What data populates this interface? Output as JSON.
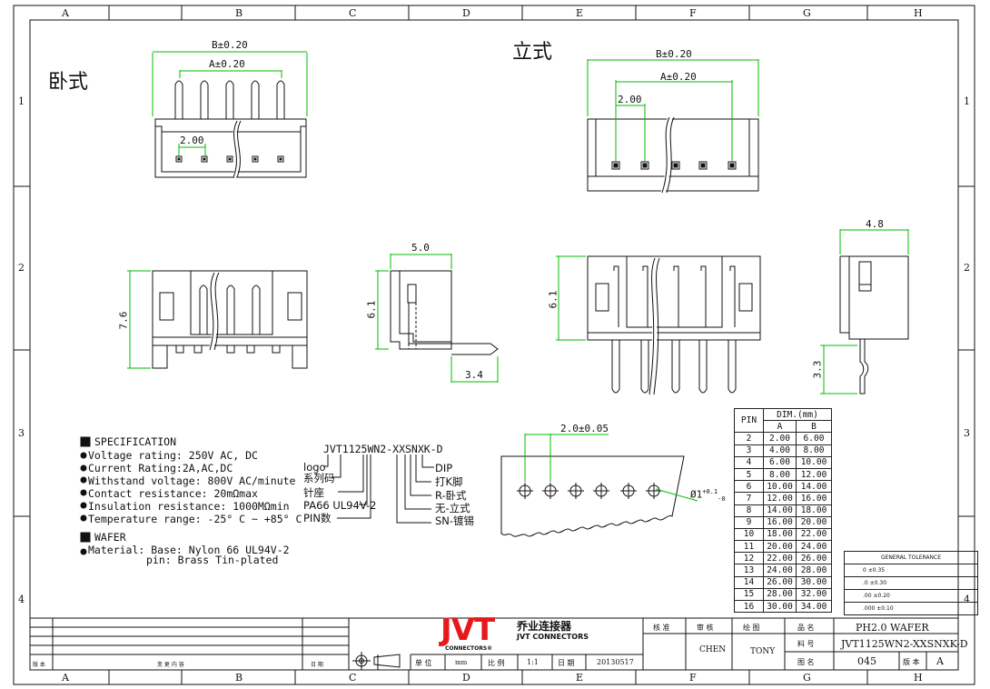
{
  "zones": {
    "columns": [
      "A",
      "B",
      "C",
      "D",
      "E",
      "F",
      "G",
      "H"
    ],
    "rows": [
      "1",
      "2",
      "3",
      "4"
    ]
  },
  "views": {
    "horizontal_title": "卧式",
    "vertical_title": "立式",
    "dim_b": "B±0.20",
    "dim_a": "A±0.20",
    "pitch": "2.00",
    "side_width": "5.0",
    "side_height": "6.1",
    "side_tail": "3.4",
    "front_height": "7.6",
    "front2_height": "6.1",
    "end_width": "4.8",
    "end_tail": "3.3",
    "pcb_pitch": "2.0±0.05"
  },
  "spec": {
    "title": "SPECIFICATION",
    "items": [
      "Voltage rating: 250V AC, DC",
      "Current Rating:2A,AC,DC",
      "Withstand voltage: 800V AC/minute",
      "Contact resistance: 20mΩmax",
      "Insulation resistance: 1000MΩmin",
      "Temperature range: -25° C ~ +85° C"
    ]
  },
  "wafer": {
    "title": "WAFER",
    "line1": "Material: Base: Nylon 66 UL94V-2",
    "line2": "pin: Brass Tin-plated"
  },
  "part_code": {
    "code": "JVT1125WN2-XXSNXK-D",
    "left": [
      "logo",
      "系列码",
      "针座",
      "PA66 UL94V-2",
      "PIN数"
    ],
    "right": [
      "DIP",
      "打K脚",
      "R-卧式",
      "无-立式",
      "SN-镀锡"
    ]
  },
  "pin_table": {
    "header_pin": "PIN",
    "header_dim": "DIM.(mm)",
    "header_a": "A",
    "header_b": "B",
    "rows": [
      [
        "2",
        "2.00",
        "6.00"
      ],
      [
        "3",
        "4.00",
        "8.00"
      ],
      [
        "4",
        "6.00",
        "10.00"
      ],
      [
        "5",
        "8.00",
        "12.00"
      ],
      [
        "6",
        "10.00",
        "14.00"
      ],
      [
        "7",
        "12.00",
        "16.00"
      ],
      [
        "8",
        "14.00",
        "18.00"
      ],
      [
        "9",
        "16.00",
        "20.00"
      ],
      [
        "10",
        "18.00",
        "22.00"
      ],
      [
        "11",
        "20.00",
        "24.00"
      ],
      [
        "12",
        "22.00",
        "26.00"
      ],
      [
        "13",
        "24.00",
        "28.00"
      ],
      [
        "14",
        "26.00",
        "30.00"
      ],
      [
        "15",
        "28.00",
        "32.00"
      ],
      [
        "16",
        "30.00",
        "34.00"
      ]
    ]
  },
  "tolerance": {
    "title": "GENERAL TOLERANCE",
    "rows": [
      "0 ±0.35",
      ".0 ±0.30",
      ".00 ±0.20",
      ".000 ±0.10"
    ]
  },
  "title_block": {
    "logo": "JVT",
    "logo_sub": "CONNECTORS®",
    "company_cn": "乔业连接器",
    "company_en": "JVT CONNECTORS",
    "check_labels": [
      "核 准",
      "审 核",
      "绘 图"
    ],
    "checker": "CHEN",
    "drawer": "TONY",
    "name_label": "品 名",
    "name": "PH2.0 WAFER",
    "part_label": "料 号",
    "part_no": "JVT1125WN2-XXSNXK-D",
    "drawing_label": "图 名",
    "drawing_no": "045",
    "version_label": "版 本",
    "version": "A",
    "unit_label": "单 位",
    "unit": "mm",
    "scale_label": "比 例",
    "scale": "1:1",
    "date_label": "日 期",
    "date": "20130517",
    "rev_label": "版 本",
    "change_label": "变 更 内 容",
    "rev_date_label": "日 期",
    "brand_color": "#e8191b"
  }
}
